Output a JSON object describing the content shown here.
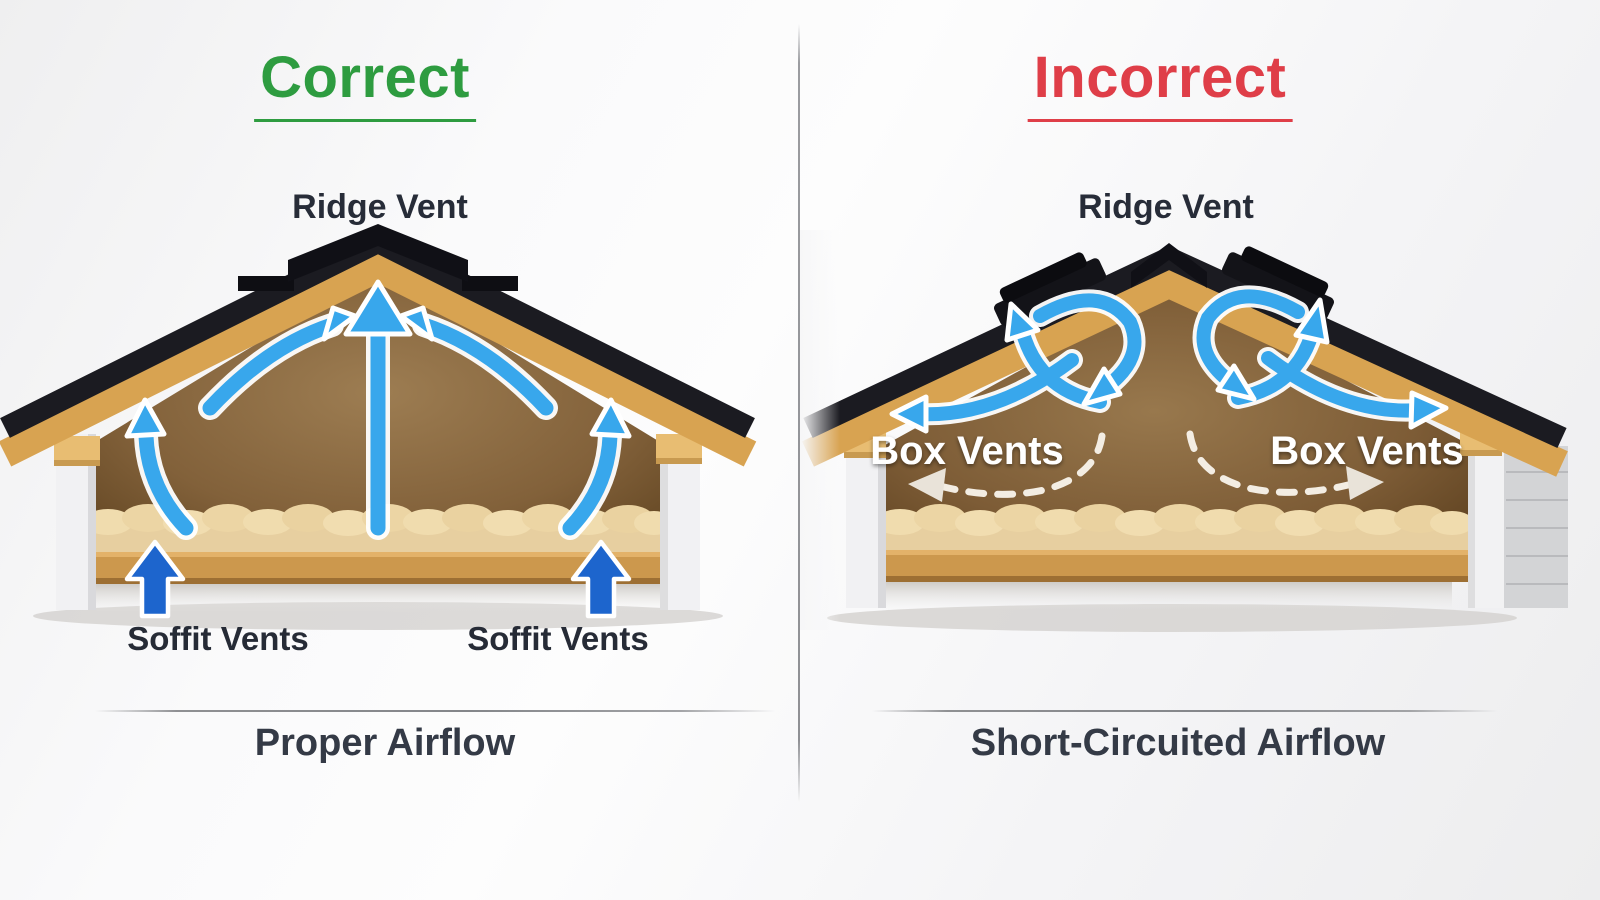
{
  "left": {
    "heading": "Correct",
    "ridge_label": "Ridge Vent",
    "soffit_label_1": "Soffit Vents",
    "soffit_label_2": "Soffit Vents",
    "caption": "Proper Airflow"
  },
  "right": {
    "heading": "Incorrect",
    "ridge_label": "Ridge Vent",
    "box_vents_label_1": "Box Vents",
    "box_vents_label_2": "Box Vents",
    "caption": "Short-Circuited Airflow"
  },
  "colors": {
    "correct_green": "#2e9c40",
    "incorrect_red": "#df3e48",
    "label_dark": "#272c38",
    "airflow_blue": "#38a7ec",
    "soffit_arrow_blue": "#1d65cd",
    "dashed_arrow_white": "#f3ede3",
    "wood_tan": "#d8a351",
    "attic_brown": "#8a6a43",
    "insulation_cream": "#ecd6a4",
    "shingle_black": "#16161c",
    "background_gray": "#f4f4f6"
  }
}
